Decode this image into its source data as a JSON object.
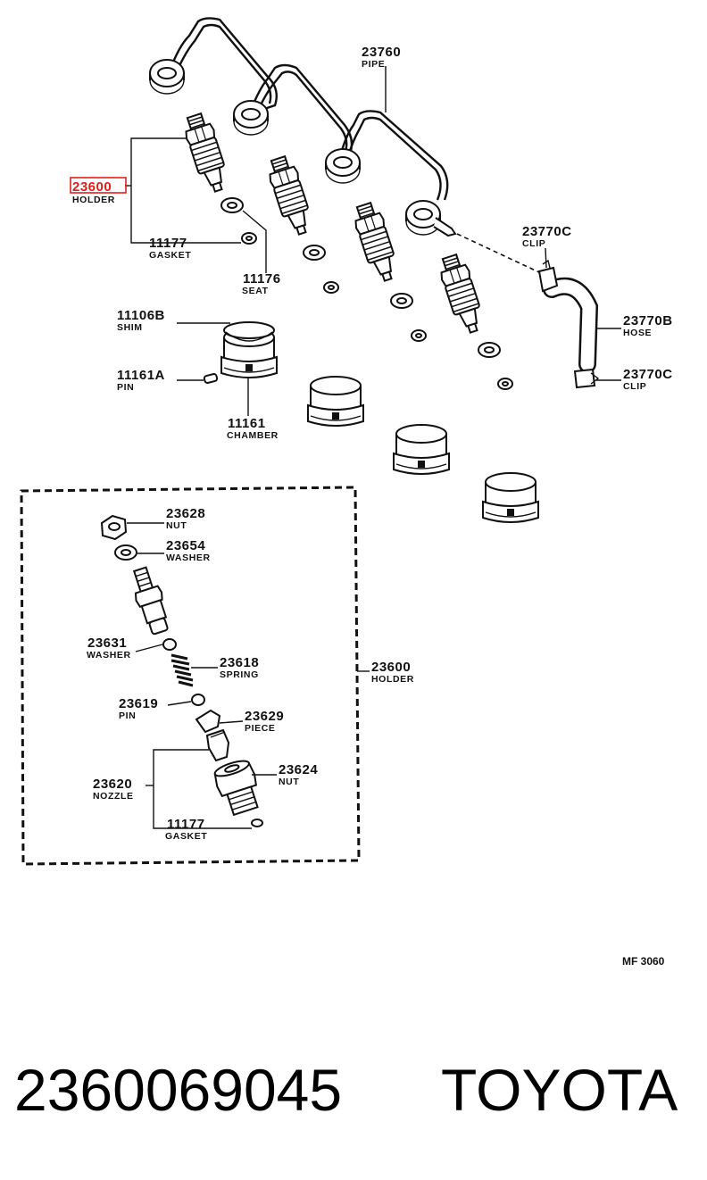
{
  "callouts": [
    {
      "id": "holder-top",
      "number": "23600",
      "name": "HOLDER",
      "highlight_color": "#e0201b"
    },
    {
      "id": "gasket-top",
      "number": "11177",
      "name": "GASKET"
    },
    {
      "id": "seat",
      "number": "11176",
      "name": "SEAT"
    },
    {
      "id": "pipe",
      "number": "23760",
      "name": "PIPE"
    },
    {
      "id": "clip-upper",
      "number": "23770C",
      "name": "CLIP"
    },
    {
      "id": "hose",
      "number": "23770B",
      "name": "HOSE"
    },
    {
      "id": "clip-lower",
      "number": "23770C",
      "name": "CLIP"
    },
    {
      "id": "shim",
      "number": "11106B",
      "name": "SHIM"
    },
    {
      "id": "pin-chamber",
      "number": "11161A",
      "name": "PIN"
    },
    {
      "id": "chamber",
      "number": "11161",
      "name": "CHAMBER"
    }
  ],
  "exploded": [
    {
      "id": "nut-top",
      "number": "23628",
      "name": "NUT"
    },
    {
      "id": "washer-top",
      "number": "23654",
      "name": "WASHER"
    },
    {
      "id": "washer-small",
      "number": "23631",
      "name": "WASHER"
    },
    {
      "id": "spring",
      "number": "23618",
      "name": "SPRING"
    },
    {
      "id": "pin",
      "number": "23619",
      "name": "PIN"
    },
    {
      "id": "piece",
      "number": "23629",
      "name": "PIECE"
    },
    {
      "id": "nozzle",
      "number": "23620",
      "name": "NOZZLE"
    },
    {
      "id": "nut-bottom",
      "number": "23624",
      "name": "NUT"
    },
    {
      "id": "gasket-bottom",
      "number": "11177",
      "name": "GASKET"
    },
    {
      "id": "holder-assembly",
      "number": "23600",
      "name": "HOLDER"
    }
  ],
  "diagram_code": "MF 3060",
  "footer": {
    "part_number": "2360069045",
    "brand": "TOYOTA"
  }
}
